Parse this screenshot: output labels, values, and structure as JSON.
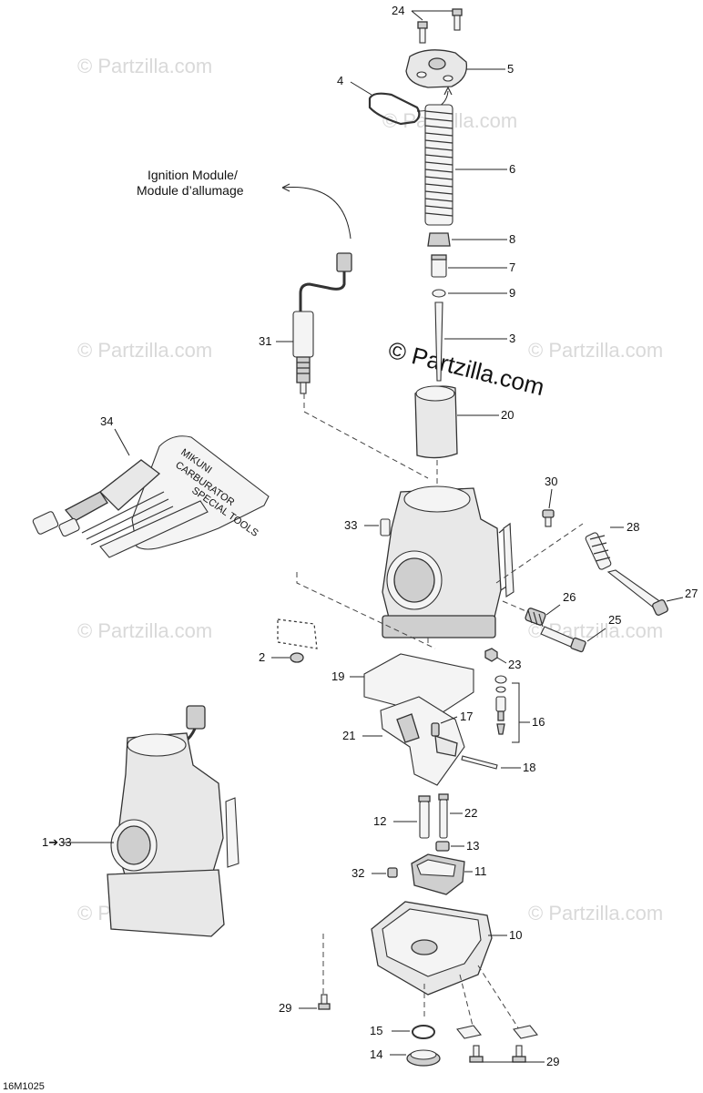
{
  "watermarks": [
    "© Partzilla.com",
    "© Partzilla.com",
    "© Partzilla.com",
    "© Partzilla.com",
    "© Partzilla.com",
    "© Partzilla.com",
    "© Partzilla.com",
    "© Partzilla.com"
  ],
  "main_watermark": "© Partzilla.com",
  "ignition_module": {
    "line1": "Ignition Module/",
    "line2": "Module d’allumage"
  },
  "reference_code": "16M1025",
  "assembly_label": "1➔33",
  "callouts": {
    "c24": "24",
    "c5": "5",
    "c4": "4",
    "c6": "6",
    "c8": "8",
    "c7": "7",
    "c9": "9",
    "c3": "3",
    "c31": "31",
    "c20": "20",
    "c34": "34",
    "c30": "30",
    "c33": "33",
    "c28": "28",
    "c27": "27",
    "c26": "26",
    "c25": "25",
    "c2": "2",
    "c23": "23",
    "c19": "19",
    "c16": "16",
    "c17": "17",
    "c21": "21",
    "c18": "18",
    "c22": "22",
    "c12": "12",
    "c13": "13",
    "c11": "11",
    "c32": "32",
    "c10": "10",
    "c29a": "29",
    "c15": "15",
    "c14": "14",
    "c29b": "29"
  },
  "tool_kit_text": {
    "line1": "MIKUNI",
    "line2": "CARBURATOR",
    "line3": "SPECIAL TOOLS"
  }
}
